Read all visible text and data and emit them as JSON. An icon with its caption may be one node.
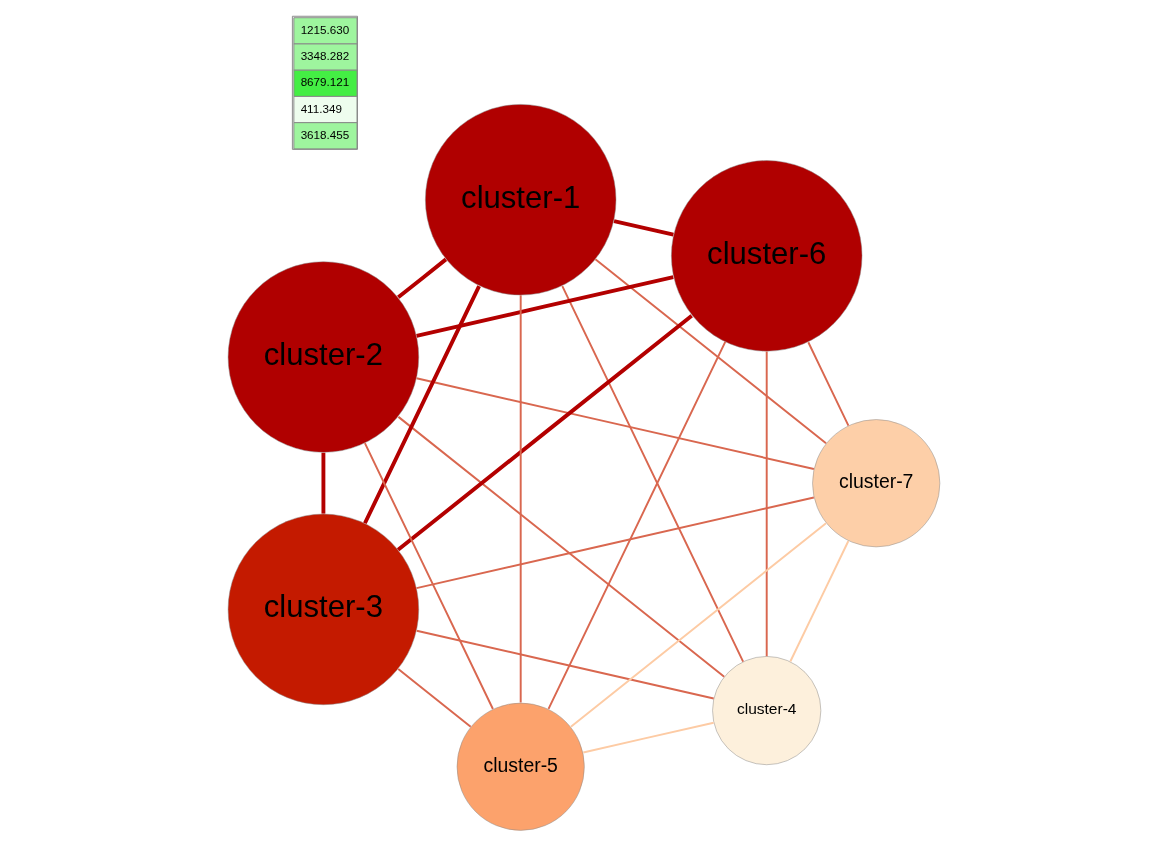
{
  "diagram": {
    "nodes": [
      {
        "text": [
          "cluster-4"
        ]
      },
      {
        "text": [
          "cluster-7"
        ]
      },
      {
        "text": [
          "cluster-3"
        ]
      },
      {
        "text": [
          "cluster-2"
        ]
      },
      {
        "text": [
          "cluster-1"
        ]
      },
      {
        "text": [
          "cluster-6"
        ]
      },
      {
        "text": [
          "cluster-5"
        ]
      }
    ],
    "edges": [
      {
        "from": 0,
        "to": 1,
        "arrow": "none",
        "color": "#fdcba4"
      },
      {
        "from": 0,
        "to": 2,
        "arrow": "none"
      },
      {
        "from": 0,
        "to": 3,
        "arrow": "none"
      },
      {
        "from": 0,
        "to": 4,
        "arrow": "none"
      },
      {
        "from": 0,
        "to": 5,
        "arrow": "none"
      },
      {
        "from": 0,
        "to": 6,
        "arrow": "none",
        "color": "#fdcba4"
      },
      {
        "from": 1,
        "to": 2,
        "arrow": "none"
      },
      {
        "from": 1,
        "to": 3,
        "arrow": "none"
      },
      {
        "from": 1,
        "to": 4,
        "arrow": "none"
      },
      {
        "from": 1,
        "to": 5,
        "arrow": "none"
      },
      {
        "from": 1,
        "to": 6,
        "arrow": "none",
        "color": "#fdcba4"
      },
      {
        "from": 2,
        "to": 3,
        "arrow": "none",
        "style": "thick",
        "color": "#b30000"
      },
      {
        "from": 2,
        "to": 4,
        "arrow": "none",
        "style": "thick",
        "color": "#b30000"
      },
      {
        "from": 2,
        "to": 5,
        "arrow": "none",
        "style": "thick",
        "color": "#b30000"
      },
      {
        "from": 2,
        "to": 6,
        "arrow": "none"
      },
      {
        "from": 3,
        "to": 4,
        "arrow": "none",
        "style": "thick",
        "color": "#b30000"
      },
      {
        "from": 3,
        "to": 5,
        "arrow": "none",
        "style": "thick",
        "color": "#b30000"
      },
      {
        "from": 3,
        "to": 6,
        "arrow": "none"
      },
      {
        "from": 4,
        "to": 5,
        "arrow": "none",
        "style": "thick",
        "color": "#b30000"
      },
      {
        "from": 4,
        "to": 6,
        "arrow": "none"
      },
      {
        "from": 5,
        "to": 6,
        "arrow": "none"
      }
    ],
    "labels": [
      "1215.630",
      "3348.282",
      "8679.121",
      "411.349",
      "3618.455"
    ]
  }
}
